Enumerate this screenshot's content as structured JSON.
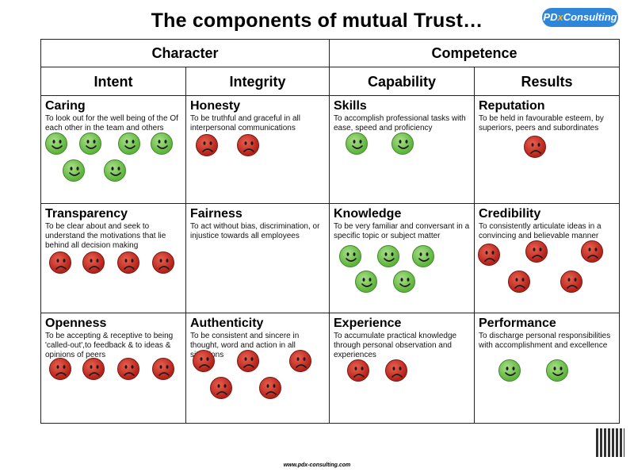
{
  "title": "The components of mutual Trust…",
  "logo": {
    "part1": "PD",
    "part2": "x",
    "part3": "Consulting"
  },
  "footer": "www.pdx-consulting.com",
  "groups": [
    {
      "label": "Character"
    },
    {
      "label": "Competence"
    }
  ],
  "columns": [
    {
      "label": "Intent"
    },
    {
      "label": "Integrity"
    },
    {
      "label": "Capability"
    },
    {
      "label": "Results"
    }
  ],
  "colors": {
    "green": "#5db33c",
    "red": "#b4211a"
  },
  "rows": [
    [
      {
        "name": "Caring",
        "desc": "To look out for the well being of the Of each other in the team and others",
        "faces": [
          "green",
          "green",
          "green",
          "green",
          "green",
          "green"
        ]
      },
      {
        "name": "Honesty",
        "desc": "To be truthful and graceful in all interpersonal communications",
        "faces": [
          "red",
          "red"
        ]
      },
      {
        "name": "Skills",
        "desc": "To accomplish professional tasks with ease, speed and proficiency",
        "faces": [
          "green",
          "green"
        ]
      },
      {
        "name": "Reputation",
        "desc": "To be held in favourable esteem, by superiors, peers and subordinates",
        "faces": [
          "red"
        ]
      }
    ],
    [
      {
        "name": "Transparency",
        "desc": "To be clear about and seek to understand the motivations that lie behind all decision making",
        "faces": [
          "red",
          "red",
          "red",
          "red"
        ]
      },
      {
        "name": "Fairness",
        "desc": "To act without bias, discrimination, or injustice towards all employees",
        "faces": []
      },
      {
        "name": "Knowledge",
        "desc": "To be very familiar and conversant in a specific topic or subject matter",
        "faces": [
          "green",
          "green",
          "green",
          "green",
          "green"
        ]
      },
      {
        "name": "Credibility",
        "desc": "To consistently articulate ideas in a convincing and believable manner",
        "faces": [
          "red",
          "red",
          "red",
          "red",
          "red"
        ]
      }
    ],
    [
      {
        "name": "Openness",
        "desc": "To be accepting & receptive to being 'called-out',to feedback & to ideas & opinions of peers",
        "faces": [
          "red",
          "red",
          "red",
          "red"
        ]
      },
      {
        "name": "Authenticity",
        "desc": "To be consistent and sincere in thought, word and action in all situations",
        "faces": [
          "red",
          "red",
          "red",
          "red",
          "red"
        ]
      },
      {
        "name": "Experience",
        "desc": "To accumulate practical knowledge through personal observation and experiences",
        "faces": [
          "red",
          "red"
        ]
      },
      {
        "name": "Performance",
        "desc": "To discharge personal responsibilities with accomplishment and excellence",
        "faces": [
          "green",
          "green"
        ]
      }
    ]
  ]
}
